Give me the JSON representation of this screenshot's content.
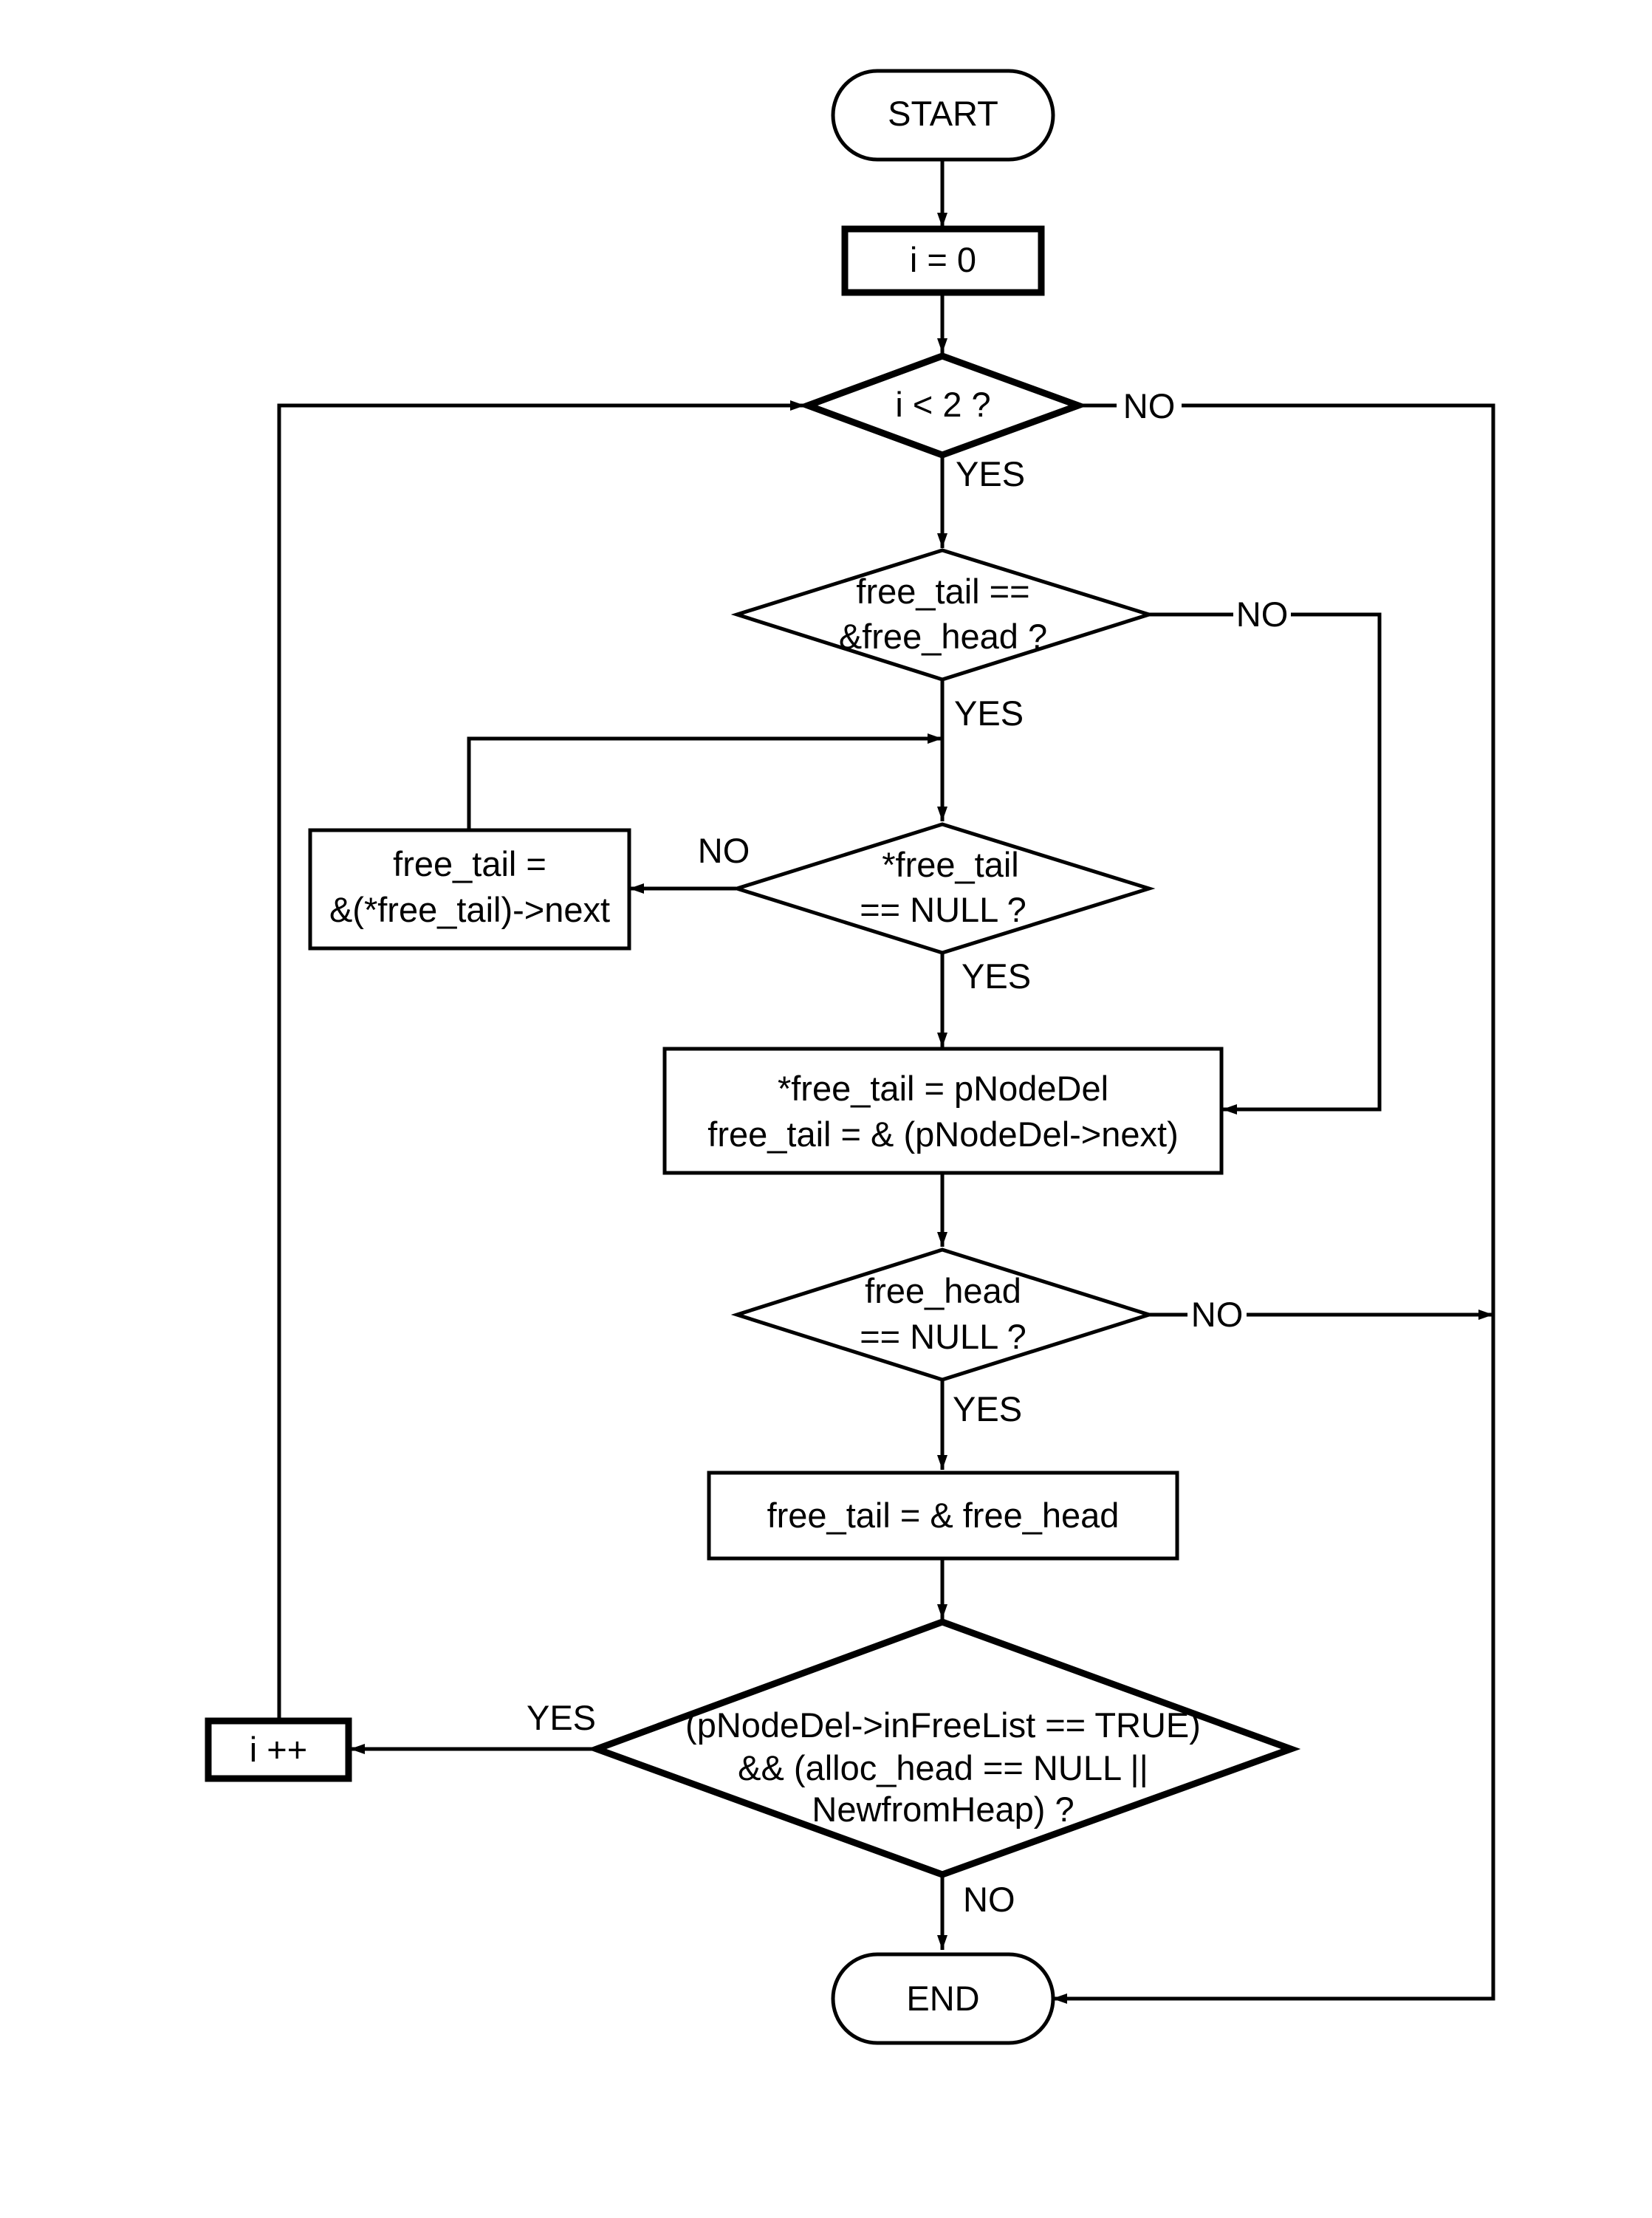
{
  "flowchart": {
    "start": "START",
    "init": "i = 0",
    "cond_i": "i < 2 ?",
    "cond_free_tail": [
      "free_tail ==",
      "&free_head ?"
    ],
    "cond_star_free_tail": [
      "*free_tail",
      "== NULL ?"
    ],
    "advance_tail": [
      "free_tail =",
      "&(*free_tail)->next"
    ],
    "link_node": [
      "*free_tail = pNodeDel",
      "free_tail = & (pNodeDel->next)"
    ],
    "cond_free_head": [
      "free_head",
      "== NULL ?"
    ],
    "reset_tail": "free_tail = & free_head",
    "cond_final": [
      "(pNodeDel->inFreeList == TRUE)",
      "&& (alloc_head == NULL ||",
      "NewfromHeap) ?"
    ],
    "increment": "i ++",
    "end": "END",
    "labels": {
      "yes": "YES",
      "no": "NO"
    }
  }
}
